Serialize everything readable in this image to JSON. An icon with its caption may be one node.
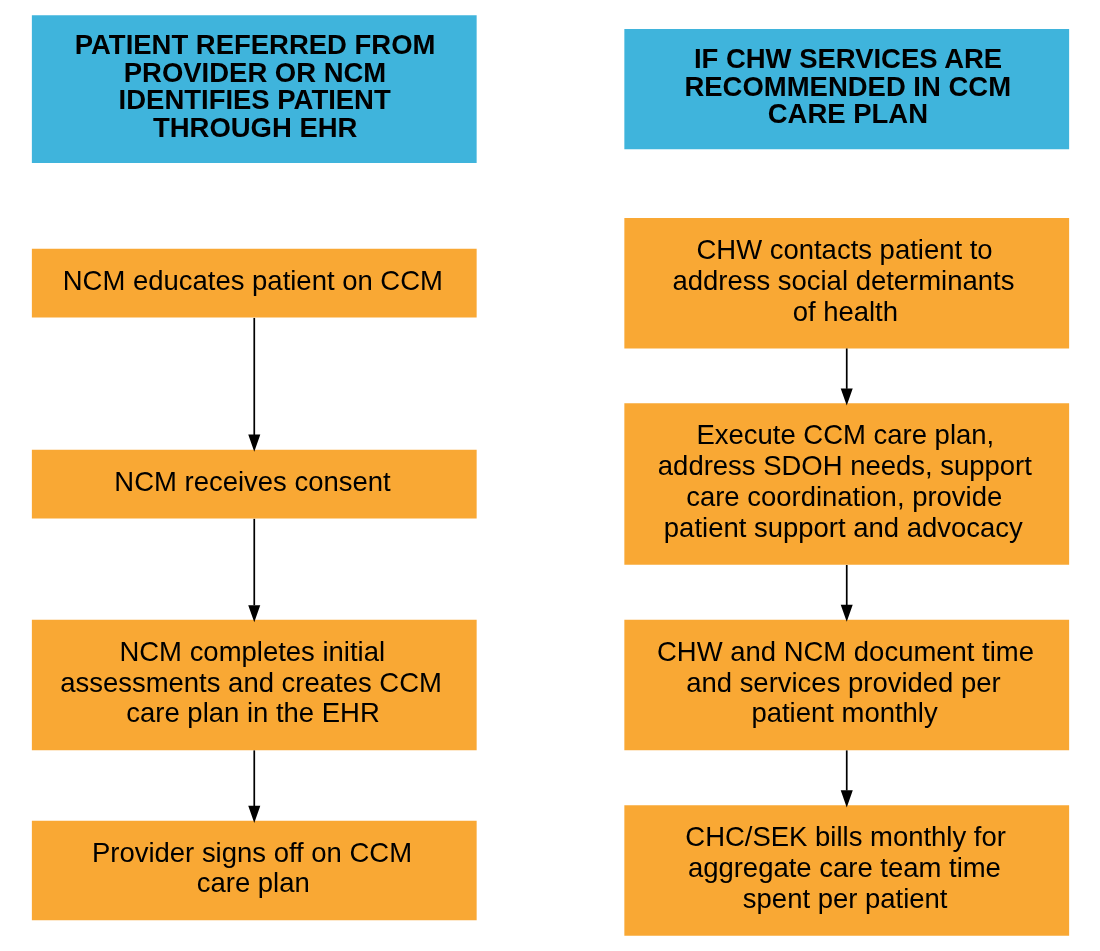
{
  "diagram": {
    "nodes": [
      {
        "text": [
          "PATIENT REFERRED FROM PROVIDER OR NCM IDENTIFIES PATIENT THROUGH EHR"
        ]
      },
      {
        "text": [
          "NCM educates patient on CCM"
        ]
      },
      {
        "text": [
          "NCM receives consent"
        ]
      },
      {
        "text": [
          "NCM completes initial assessments and creates CCM care plan in the EHR"
        ]
      },
      {
        "text": [
          "Provider signs off on CCM care plan"
        ]
      },
      {
        "text": [
          "IF CHW SERVICES ARE RECOMMENDED IN CCM CARE PLAN"
        ]
      },
      {
        "text": [
          "CHW contacts patient to address social determinants of health"
        ]
      },
      {
        "text": [
          "Execute CCM care plan, address SDOH needs, support care coordination, provide patient support and advocacy"
        ]
      },
      {
        "text": [
          "CHW and NCM document time and services provided per patient monthly"
        ]
      },
      {
        "text": [
          "CHC/SEK bills monthly for aggregate care team time spent per patient"
        ]
      }
    ],
    "edges": [
      {
        "from": 1,
        "to": 2,
        "arrow": "to"
      },
      {
        "from": 2,
        "to": 3,
        "arrow": "to"
      },
      {
        "from": 3,
        "to": 4,
        "arrow": "to"
      },
      {
        "from": 6,
        "to": 7,
        "arrow": "to"
      },
      {
        "from": 7,
        "to": 8,
        "arrow": "to"
      },
      {
        "from": 8,
        "to": 9,
        "arrow": "to"
      }
    ]
  }
}
